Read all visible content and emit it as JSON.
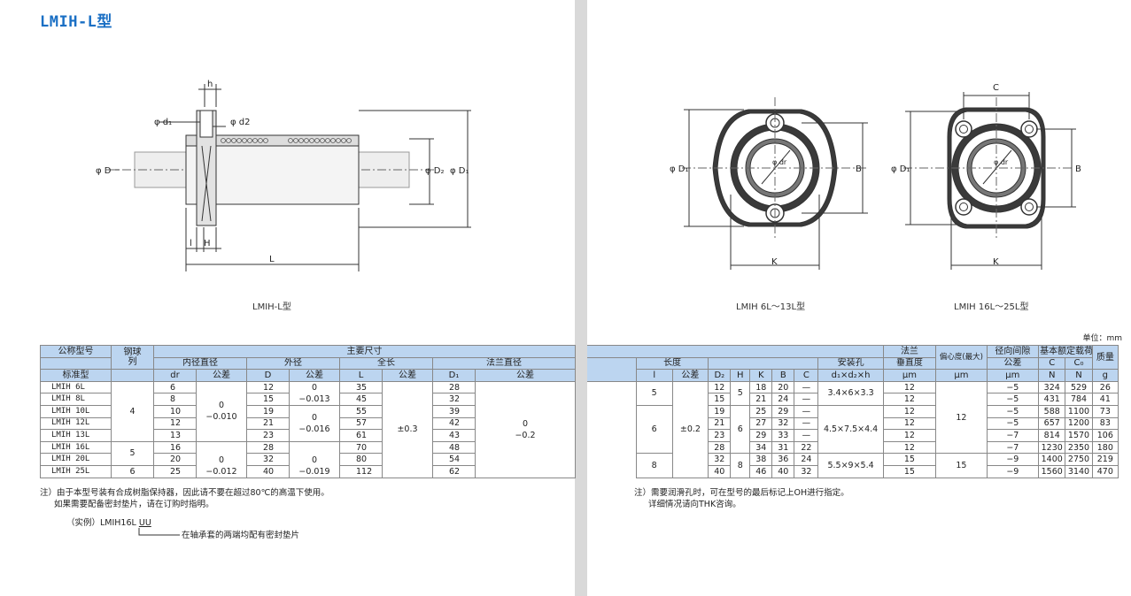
{
  "title": "LMIH-L型",
  "captions": {
    "left": "LMIH-L型",
    "mid": "LMIH 6L～13L型",
    "right": "LMIH 16L～25L型"
  },
  "unit_label": "单位：mm",
  "drawing_labels": {
    "h": "h",
    "phi_d1": "φ d₁",
    "phi_d2": "φ d2",
    "phi_D": "φ D",
    "phi_D2": "φ D₂",
    "phi_D1": "φ D₁",
    "l": "l",
    "H": "H",
    "L": "L",
    "B": "B",
    "C": "C",
    "K": "K",
    "phi_dr": "φ dr"
  },
  "left_table": {
    "h1": {
      "model": "公称型号",
      "balls": "钢球",
      "main": "主要尺寸"
    },
    "h2": {
      "balls_b": "列",
      "inner": "内径直径",
      "outer": "外径",
      "length": "全长",
      "flange": "法兰直径"
    },
    "h3": {
      "std": "标准型",
      "dr": "dr",
      "tol1": "公差",
      "D": "D",
      "tol2": "公差",
      "L": "L",
      "tol3": "公差",
      "D1": "D₁",
      "tol4": "公差"
    },
    "rows": [
      {
        "model": "LMIH 6L",
        "dr": "6",
        "D": "12",
        "L": "35",
        "D1": "28"
      },
      {
        "model": "LMIH 8L",
        "dr": "8",
        "D": "15",
        "L": "45",
        "D1": "32"
      },
      {
        "model": "LMIH 10L",
        "dr": "10",
        "D": "19",
        "L": "55",
        "D1": "39"
      },
      {
        "model": "LMIH 12L",
        "dr": "12",
        "D": "21",
        "L": "57",
        "D1": "42"
      },
      {
        "model": "LMIH 13L",
        "dr": "13",
        "D": "23",
        "L": "61",
        "D1": "43"
      },
      {
        "model": "LMIH 16L",
        "dr": "16",
        "D": "28",
        "L": "70",
        "D1": "48"
      },
      {
        "model": "LMIH 20L",
        "dr": "20",
        "D": "32",
        "L": "80",
        "D1": "54"
      },
      {
        "model": "LMIH 25L",
        "dr": "25",
        "D": "40",
        "L": "112",
        "D1": "62"
      }
    ],
    "merged": {
      "balls_4": "4",
      "balls_5": "5",
      "balls_6": "6",
      "dr_tol_a_1": "0",
      "dr_tol_a_2": "−0.010",
      "dr_tol_b_1": "0",
      "dr_tol_b_2": "−0.012",
      "D_tol_a_1": "0",
      "D_tol_a_2": "−0.013",
      "D_tol_b_1": "0",
      "D_tol_b_2": "−0.016",
      "D_tol_c_1": "0",
      "D_tol_c_2": "−0.019",
      "L_tol": "±0.3",
      "D1_tol_1": "0",
      "D1_tol_2": "−0.2"
    }
  },
  "right_table": {
    "h1": {
      "flange": "法兰",
      "ecc": "偏心度(最大)",
      "radial": "径向间隙",
      "load": "基本额定载荷",
      "mass": "质量"
    },
    "h2": {
      "length": "长度",
      "hole": "安装孔",
      "perp": "垂直度",
      "radial_b": "公差",
      "C": "C",
      "C0": "C₀"
    },
    "h3": {
      "l": "l",
      "tol": "公差",
      "D2": "D₂",
      "H": "H",
      "K": "K",
      "B": "B",
      "C": "C",
      "hole": "d₁×d₂×h",
      "perp_u": "μm",
      "ecc_u": "μm",
      "radial_u": "μm",
      "C_u": "N",
      "C0_u": "N",
      "mass_u": "g"
    },
    "rows": [
      {
        "D2": "12",
        "K": "18",
        "B": "20",
        "C": "—",
        "perp": "12",
        "radial": "−5",
        "Cd": "324",
        "C0": "529",
        "mass": "26"
      },
      {
        "D2": "15",
        "K": "21",
        "B": "24",
        "C": "—",
        "perp": "12",
        "radial": "−5",
        "Cd": "431",
        "C0": "784",
        "mass": "41"
      },
      {
        "D2": "19",
        "K": "25",
        "B": "29",
        "C": "—",
        "perp": "12",
        "radial": "−5",
        "Cd": "588",
        "C0": "1100",
        "mass": "73"
      },
      {
        "D2": "21",
        "K": "27",
        "B": "32",
        "C": "—",
        "perp": "12",
        "radial": "−5",
        "Cd": "657",
        "C0": "1200",
        "mass": "83"
      },
      {
        "D2": "23",
        "K": "29",
        "B": "33",
        "C": "—",
        "perp": "12",
        "radial": "−7",
        "Cd": "814",
        "C0": "1570",
        "mass": "106"
      },
      {
        "D2": "28",
        "K": "34",
        "B": "31",
        "C": "22",
        "perp": "12",
        "radial": "−7",
        "Cd": "1230",
        "C0": "2350",
        "mass": "180"
      },
      {
        "D2": "32",
        "K": "38",
        "B": "36",
        "C": "24",
        "perp": "15",
        "radial": "−9",
        "Cd": "1400",
        "C0": "2750",
        "mass": "219"
      },
      {
        "D2": "40",
        "K": "46",
        "B": "40",
        "C": "32",
        "perp": "15",
        "radial": "−9",
        "Cd": "1560",
        "C0": "3140",
        "mass": "470"
      }
    ],
    "merged": {
      "l_5": "5",
      "l_6": "6",
      "l_8": "8",
      "l_tol": "±0.2",
      "H_5": "5",
      "H_6": "6",
      "H_8": "8",
      "hole_a": "3.4×6×3.3",
      "hole_b": "4.5×7.5×4.4",
      "hole_c": "5.5×9×5.4",
      "ecc_12": "12",
      "ecc_15": "15"
    }
  },
  "notes_left": {
    "line1": "注）由于本型号装有合成树脂保持器，因此请不要在超过80℃的高温下使用。",
    "line2": "如果需要配备密封垫片，请在订购时指明。",
    "example_prefix": "（实例）LMIH16L",
    "example_suffix": "UU",
    "example_desc": "在轴承套的两端均配有密封垫片"
  },
  "notes_right": {
    "line1": "注）需要润滑孔时，可在型号的最后标记上OH进行指定。",
    "line2": "详细情况请向THK咨询。"
  }
}
